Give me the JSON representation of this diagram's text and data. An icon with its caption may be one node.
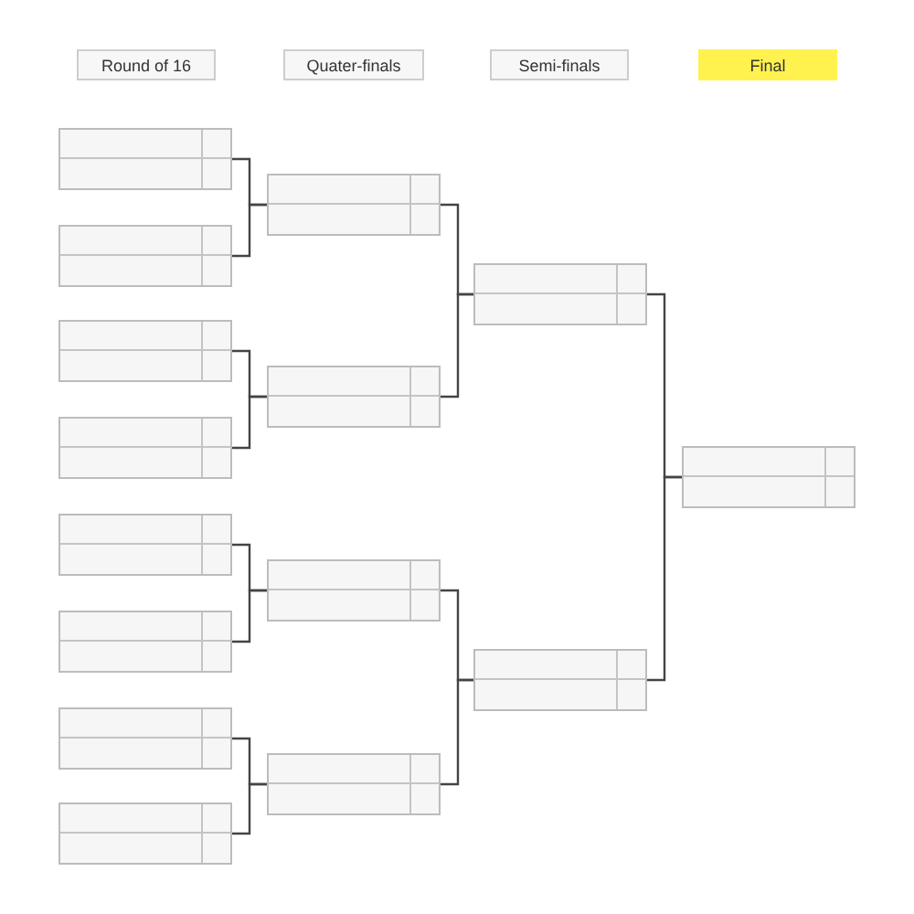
{
  "diagram": {
    "nodes": [
      {
        "text": [
          "Round of 16"
        ]
      },
      {
        "text": [
          "Quater-finals"
        ]
      },
      {
        "text": [
          "Semi-finals"
        ]
      },
      {
        "text": [
          "Final"
        ]
      },
      {
        "text": [],
        "shape": "box"
      },
      {
        "text": [],
        "shape": "box"
      },
      {
        "text": [],
        "shape": "box"
      },
      {
        "text": [],
        "shape": "box"
      },
      {
        "text": [],
        "shape": "box"
      },
      {
        "text": [],
        "shape": "box"
      },
      {
        "text": [],
        "shape": "box"
      },
      {
        "text": [],
        "shape": "box"
      },
      {
        "text": [],
        "shape": "box"
      },
      {
        "text": [],
        "shape": "box"
      },
      {
        "text": [],
        "shape": "box"
      },
      {
        "text": [],
        "shape": "box"
      },
      {
        "text": [],
        "shape": "box"
      },
      {
        "text": [],
        "shape": "box"
      },
      {
        "text": [],
        "shape": "box"
      }
    ],
    "edges": [
      {
        "from": 4,
        "to": 12,
        "arrow": "none"
      },
      {
        "from": 5,
        "to": 12,
        "arrow": "none"
      },
      {
        "from": 6,
        "to": 13,
        "arrow": "none"
      },
      {
        "from": 7,
        "to": 13,
        "arrow": "none"
      },
      {
        "from": 8,
        "to": 14,
        "arrow": "none"
      },
      {
        "from": 9,
        "to": 14,
        "arrow": "none"
      },
      {
        "from": 10,
        "to": 15,
        "arrow": "none"
      },
      {
        "from": 11,
        "to": 15,
        "arrow": "none"
      },
      {
        "from": 12,
        "to": 16,
        "arrow": "none"
      },
      {
        "from": 13,
        "to": 16,
        "arrow": "none"
      },
      {
        "from": 14,
        "to": 17,
        "arrow": "none"
      },
      {
        "from": 15,
        "to": 17,
        "arrow": "none"
      },
      {
        "from": 16,
        "to": 18,
        "arrow": "none"
      },
      {
        "from": 17,
        "to": 18,
        "arrow": "none"
      }
    ]
  }
}
